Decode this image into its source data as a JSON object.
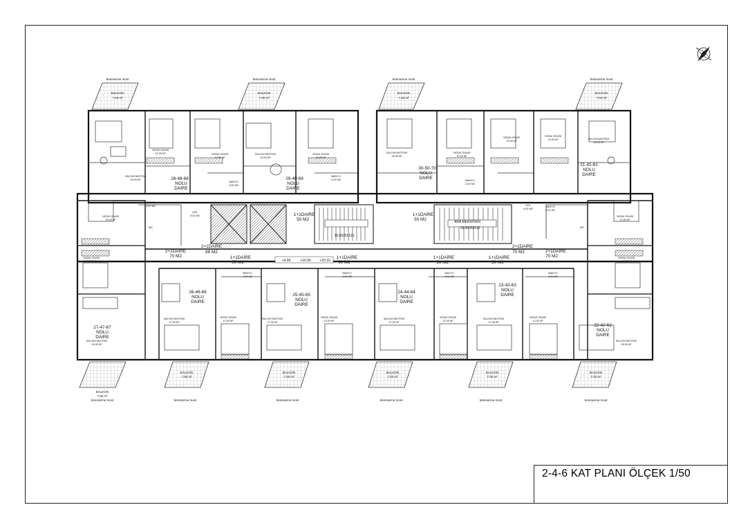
{
  "sheet": {
    "title": "2-4-6 KAT PLANI ÖLÇEK 1/50"
  },
  "north_arrow": {
    "icon": "north-arrow-icon"
  },
  "balconies": [
    {
      "label": "BALKON",
      "area": "7.00 m²",
      "rail": "betonarme most"
    },
    {
      "label": "BALKON",
      "area": "7.00 m²",
      "rail": "betonarme most"
    },
    {
      "label": "BALKON",
      "area": "7.00 m²",
      "rail": "betonarme most"
    },
    {
      "label": "BALKON",
      "area": "7.03 m²",
      "rail": "betonarme most"
    },
    {
      "label": "BALKON",
      "area": "7.00 m²",
      "rail": "betonarme most"
    },
    {
      "label": "BALKON",
      "area": "7.00 m²",
      "rail": "betonarme most"
    },
    {
      "label": "BALKON",
      "area": "7.00 m²",
      "rail": "betonarme most"
    },
    {
      "label": "BALKON",
      "area": "7.03 m²",
      "rail": "betonarme most"
    },
    {
      "label": "BALKON",
      "area": "7.00 m²",
      "rail": "betonarme most"
    },
    {
      "label": "BALKON",
      "area": "7.03 m²",
      "rail": "betonarme most"
    }
  ],
  "units": {
    "u28": "28-48-68",
    "u29": "29-49-69",
    "u30": "30-50-70",
    "u21": "21-41-61",
    "u27": "27-47-67",
    "u26": "26-46-66",
    "u25": "25-45-65",
    "u24": "24-44-64",
    "u23": "23-43-63",
    "u22": "22-42-62",
    "nolu": "NOLU",
    "daire": "DAIRE"
  },
  "rooms": {
    "salon_mutfak": "SALON+MUTFAK",
    "yatak_odasi": "YATAK ODASI",
    "banyo": "BANYO",
    "hol": "HOL",
    "wc": "WC",
    "a20": "20.00 M²",
    "a25": "25.00 M²",
    "a26": "26.00 M²",
    "a27": "27.00 M²",
    "a14": "14.00 M²",
    "a12": "12.00 M²",
    "a10": "10.00 M²",
    "a15": "15.00 M²",
    "a4": "4.00 M2",
    "a3": "3.00 M2",
    "a5": "5.00 M2"
  },
  "core": {
    "stair_left": "16.50/20/110",
    "stair_right": "16.50/20/110",
    "ana_merdiven": "ANA MERDİVEN",
    "lev1": "+9.90",
    "lev2": "+16.50",
    "lev3": "+23.10"
  },
  "types": {
    "d21_70": "2+1DAİRE",
    "m70": "70 M2",
    "m68": "68 M2",
    "m50": "50 M2",
    "d11": "1+1DAİRE"
  }
}
